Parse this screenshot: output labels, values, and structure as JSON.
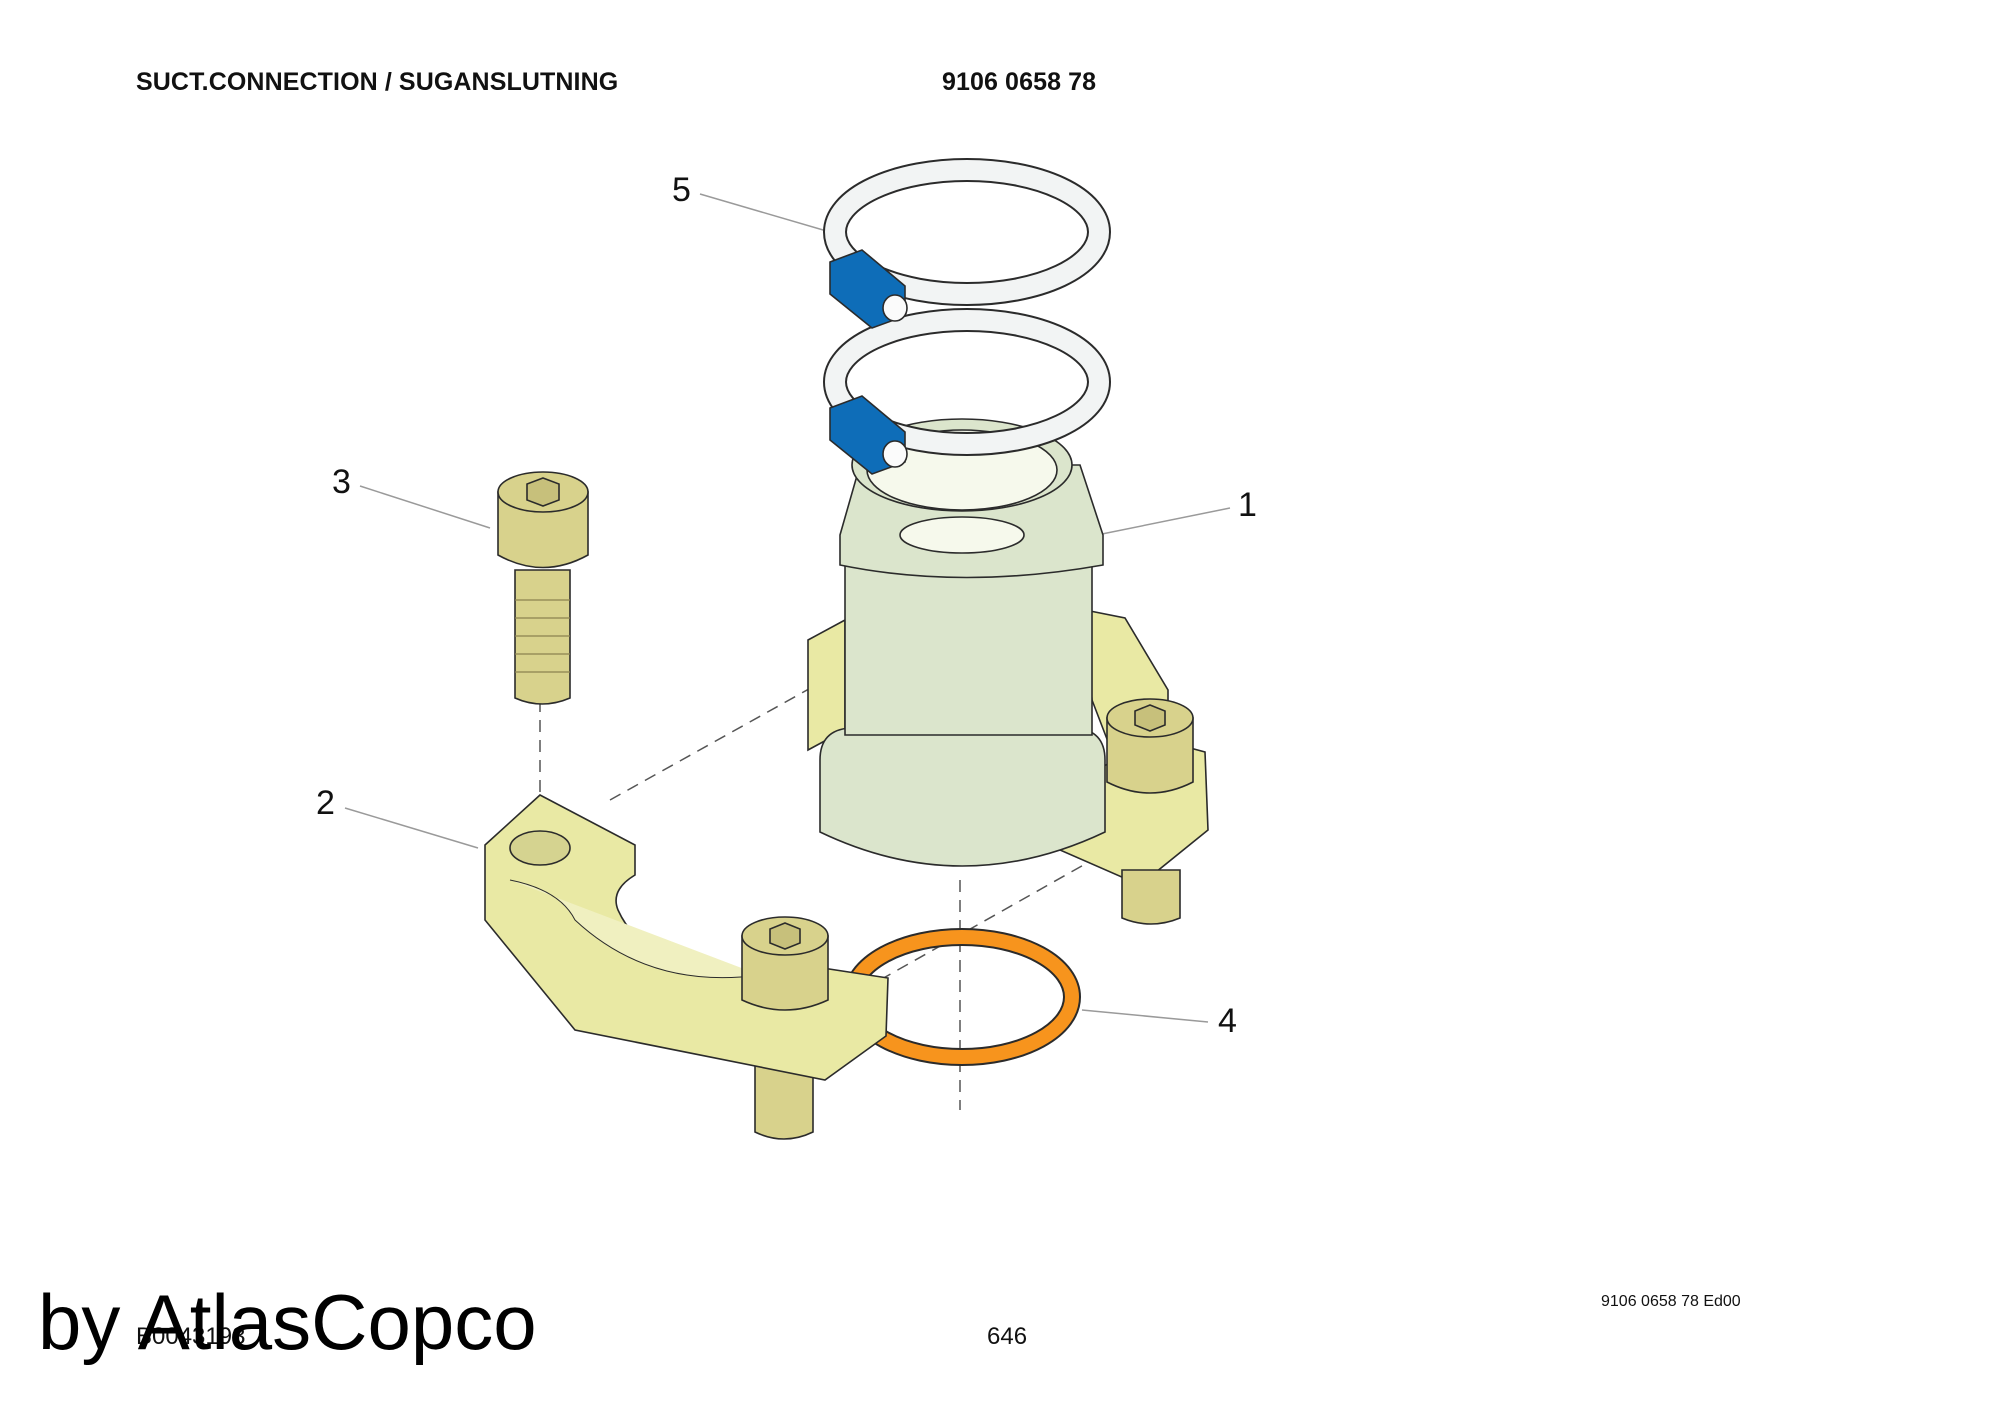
{
  "header": {
    "title": "SUCT.CONNECTION / SUGANSLUTNING",
    "part_number": "9106 0658 78"
  },
  "callouts": [
    "1",
    "2",
    "3",
    "4",
    "5"
  ],
  "footer": {
    "image_ref": "B0043193",
    "page_number": "646",
    "edition": "9106 0658 78 Ed00",
    "watermark": "by AtlasCopco"
  },
  "colors": {
    "connector_body": "#dbe5cc",
    "flange_half": "#e9e9a4",
    "bolt": "#d8d28c",
    "o_ring": "#f7941d",
    "clamp_band": "#f2f4f4",
    "clamp_block": "#0e6db8",
    "outline": "#2b2b2b"
  }
}
